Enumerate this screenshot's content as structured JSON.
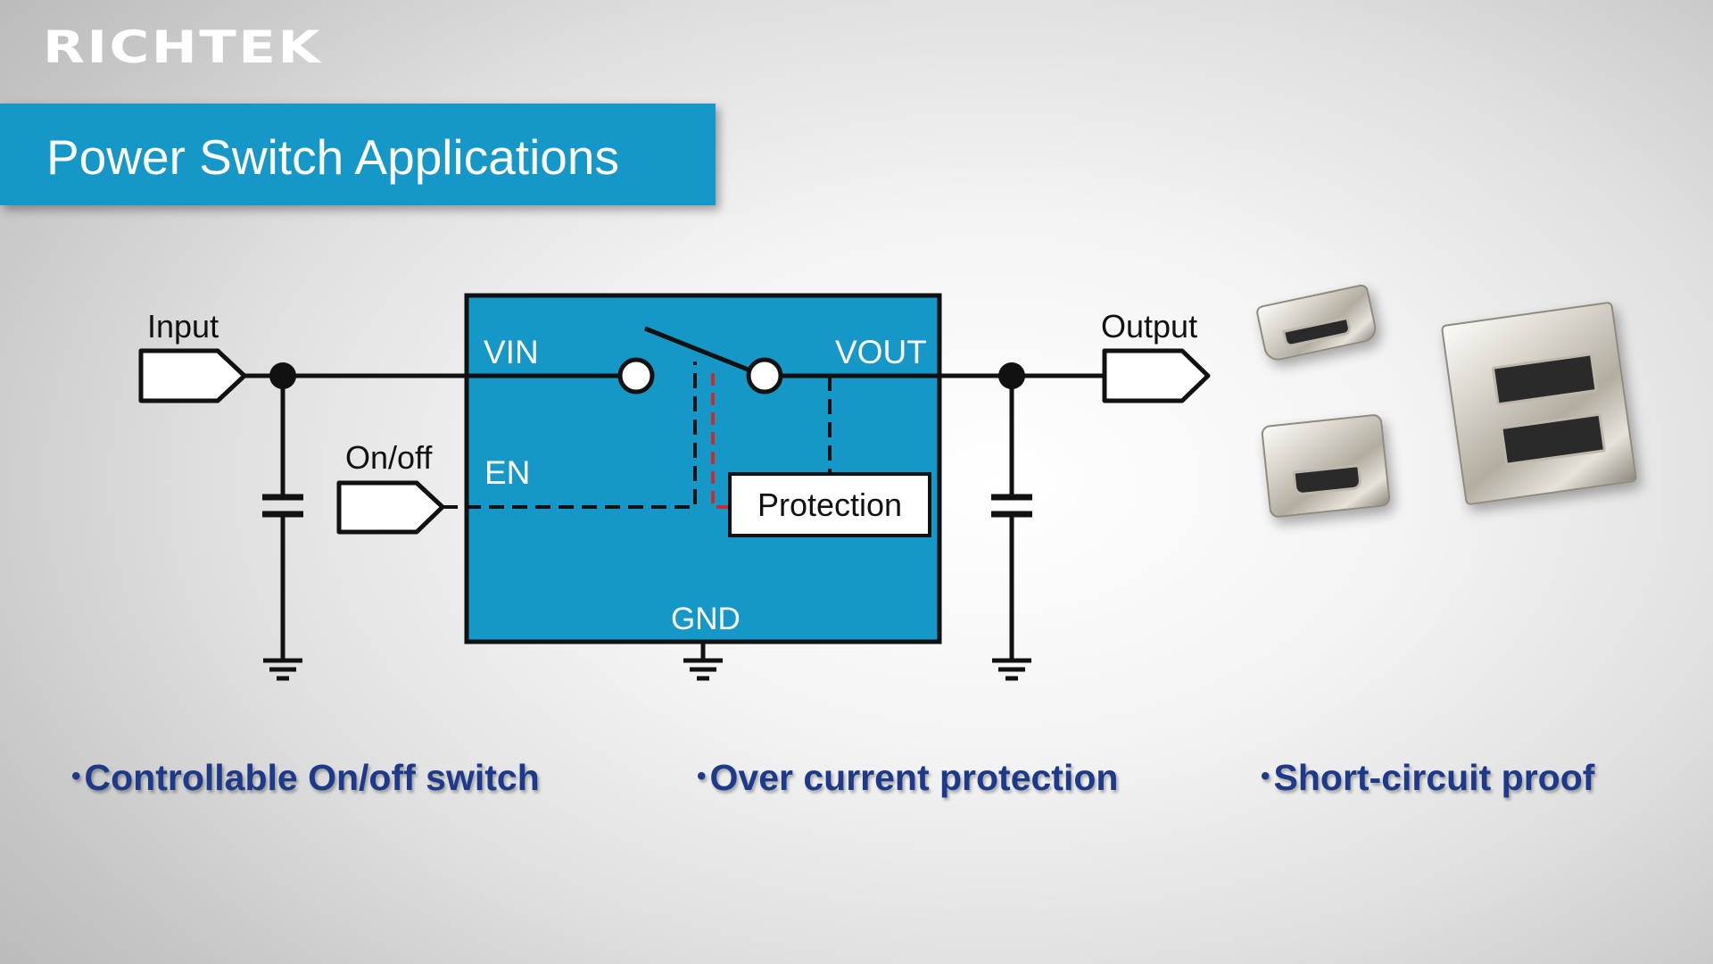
{
  "brand": {
    "logo_text": "RICHTEK"
  },
  "slide": {
    "title": "Power Switch Applications"
  },
  "diagram": {
    "input_label": "Input",
    "onoff_label": "On/off",
    "vin_label": "VIN",
    "vout_label": "VOUT",
    "en_label": "EN",
    "gnd_label": "GND",
    "protection_label": "Protection",
    "output_label": "Output"
  },
  "features": [
    {
      "text": "Controllable On/off switch"
    },
    {
      "text": "Over current protection"
    },
    {
      "text": "Short-circuit proof"
    }
  ],
  "colors": {
    "banner": "#1597c7",
    "chip": "#1597c7",
    "bullet_text": "#1d3a8a",
    "sense_line": "#cc2b2b"
  },
  "icons": [
    "hdmi-connector-icon",
    "mini-usb-connector-icon",
    "usb-a-connector-icon",
    "ground-symbol-icon",
    "capacitor-symbol-icon",
    "switch-symbol-icon"
  ]
}
